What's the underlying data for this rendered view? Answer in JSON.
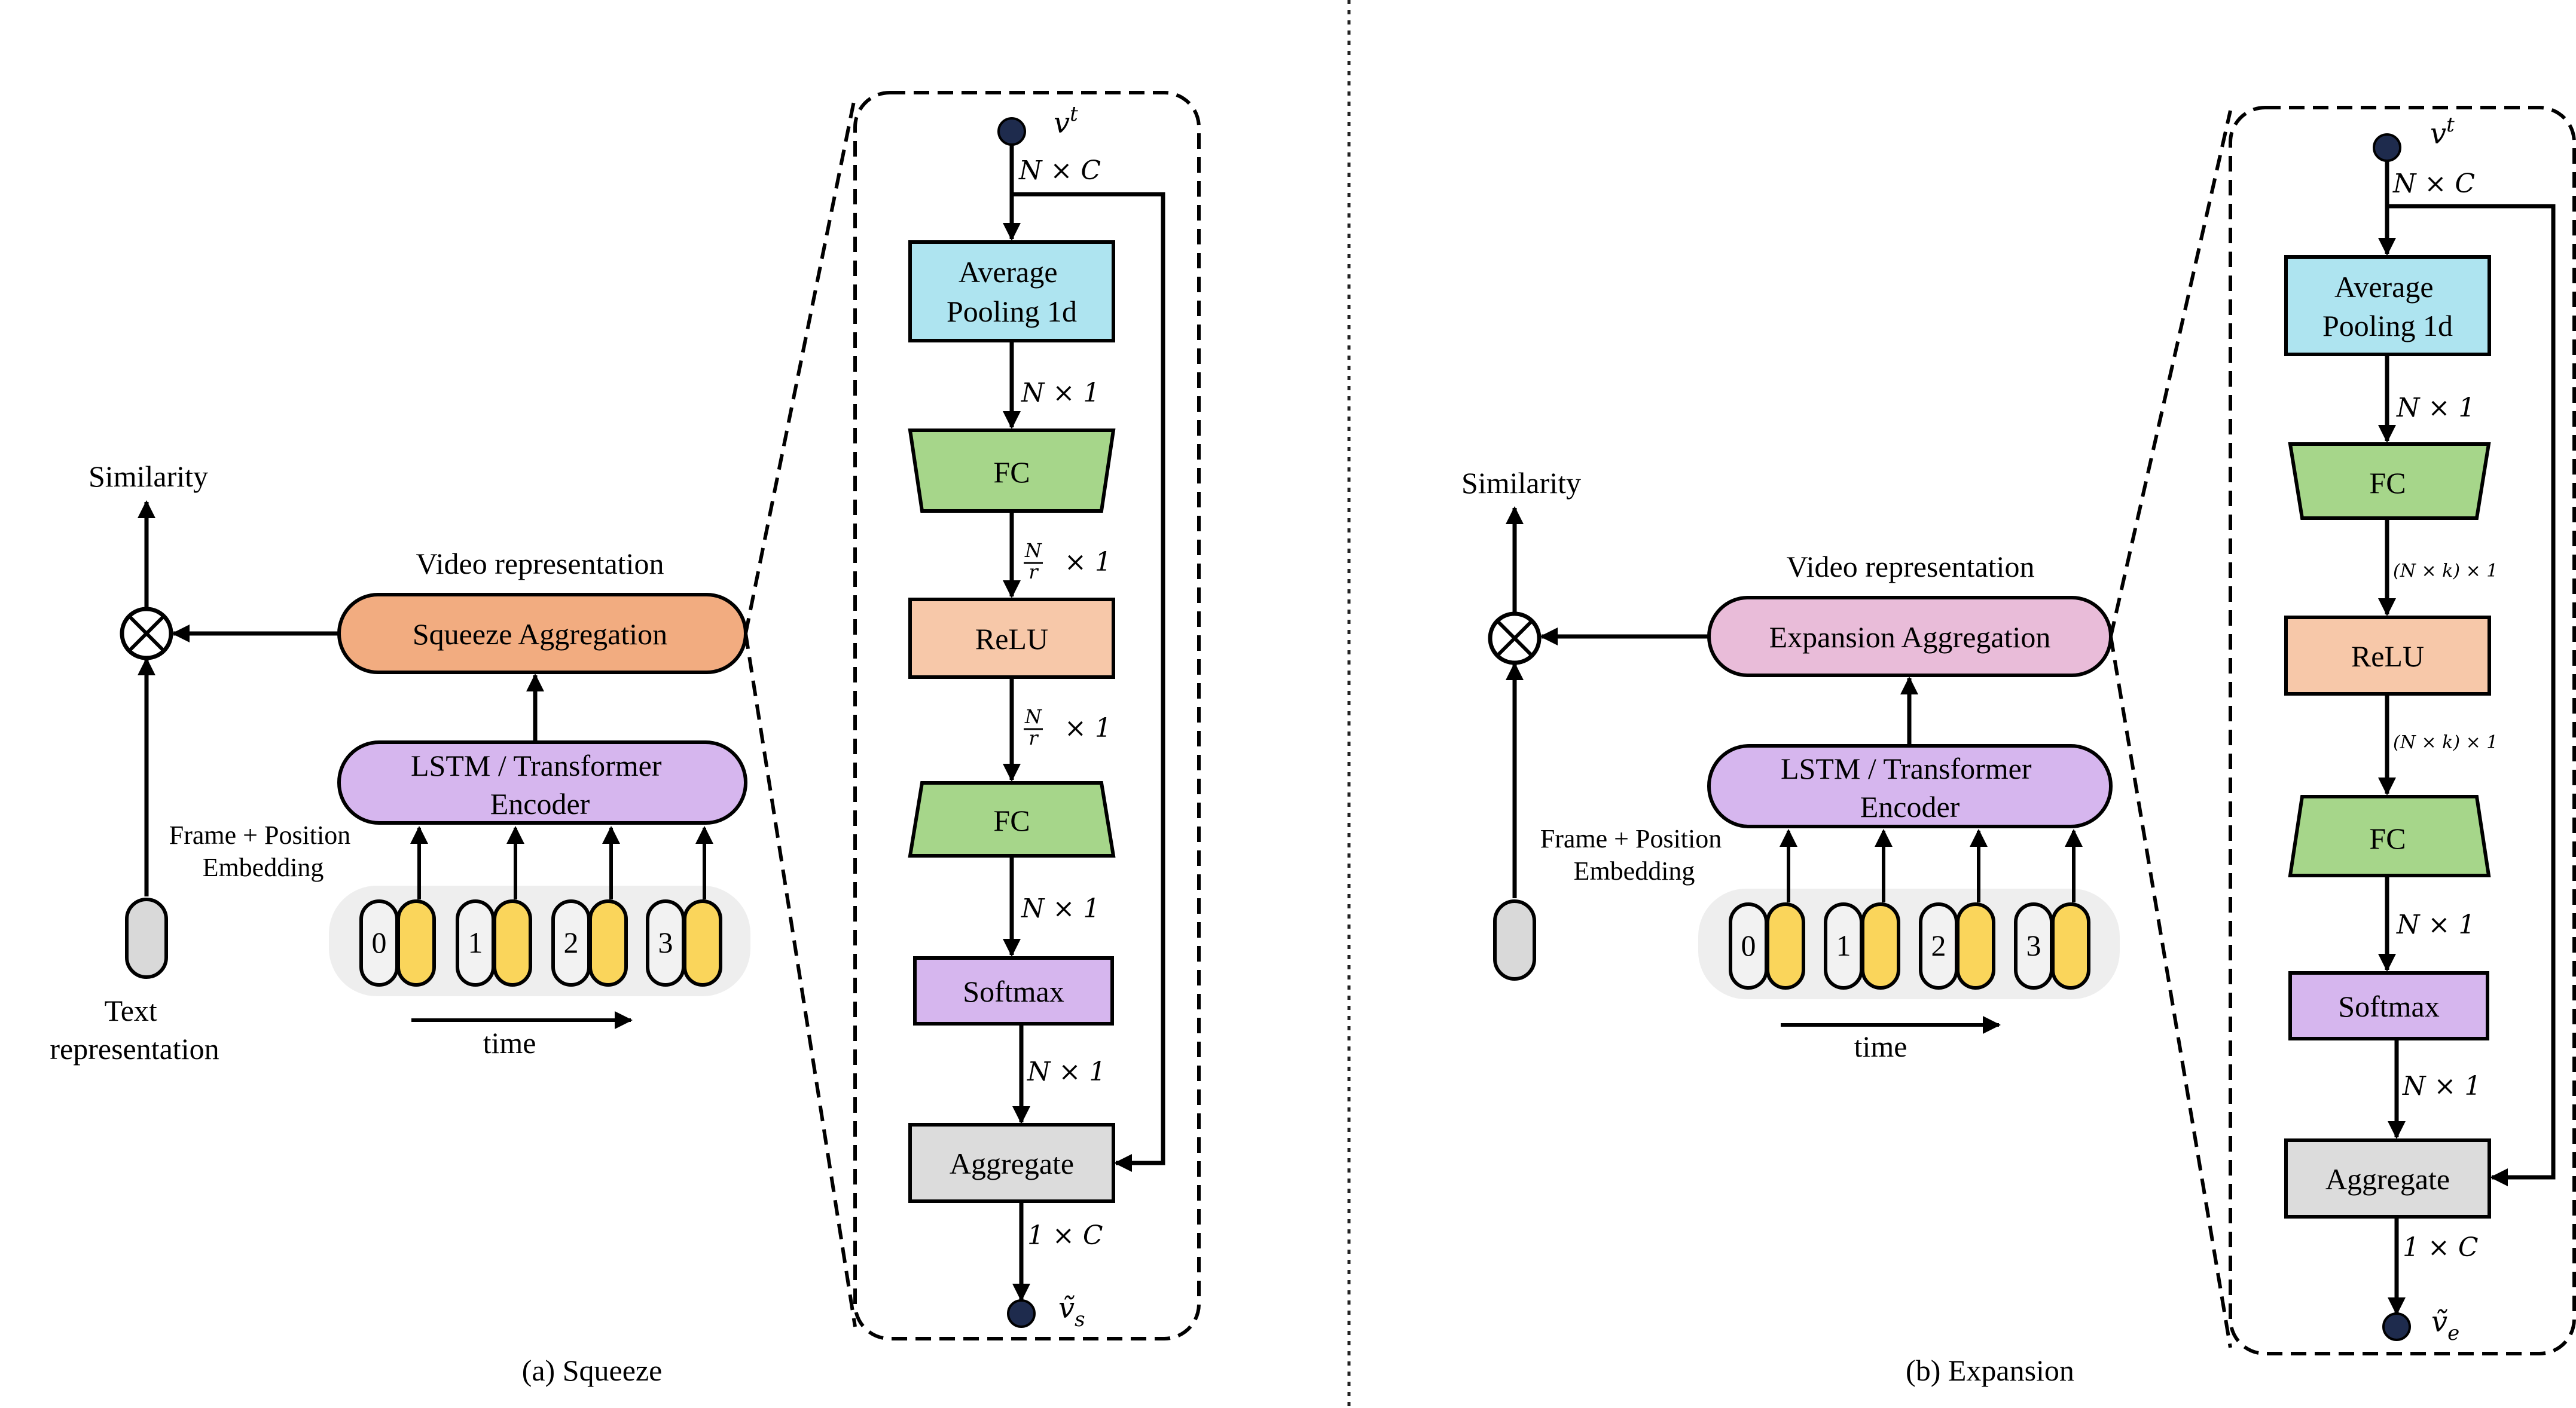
{
  "colors": {
    "pooling": "#aee4f0",
    "fc": "#a6d68a",
    "relu": "#f7c8a9",
    "softmax": "#d6b6ee",
    "aggregate": "#dcdcdc",
    "squeeze_pill": "#f2ac80",
    "expansion_pill": "#e9bcd9",
    "encoder_pill": "#d6b6ee",
    "token_yellow": "#fad55b",
    "token_white": "#f2f2f2",
    "token_tray": "#eeeeee",
    "text_token": "#d9d9d9",
    "node_dot": "#1e2b4d"
  },
  "panel_a": {
    "similarity": "Similarity",
    "video_repr": "Video representation",
    "aggregation": "Squeeze Aggregation",
    "encoder_line1": "LSTM / Transformer",
    "encoder_line2": "Encoder",
    "frame_emb_line1": "Frame + Position",
    "frame_emb_line2": "Embedding",
    "text_repr_line1": "Text",
    "text_repr_line2": "representation",
    "time": "time",
    "tokens": [
      "0",
      "1",
      "2",
      "3"
    ],
    "caption": "(a) Squeeze",
    "detail": {
      "input": "v",
      "input_sup": "t",
      "dim_in": "N × C",
      "pool_line1": "Average",
      "pool_line2": "Pooling 1d",
      "dim_pool": "N × 1",
      "fc1": "FC",
      "dim_fc1_num": "N",
      "dim_fc1_den": "r",
      "dim_fc1_tail": "× 1",
      "relu": "ReLU",
      "dim_relu_num": "N",
      "dim_relu_den": "r",
      "dim_relu_tail": "× 1",
      "fc2": "FC",
      "dim_fc2": "N × 1",
      "softmax": "Softmax",
      "dim_softmax": "N × 1",
      "aggregate": "Aggregate",
      "dim_out": "1 × C",
      "output": "ṽ",
      "output_sub": "s"
    }
  },
  "panel_b": {
    "similarity": "Similarity",
    "video_repr": "Video representation",
    "aggregation": "Expansion Aggregation",
    "encoder_line1": "LSTM / Transformer",
    "encoder_line2": "Encoder",
    "frame_emb_line1": "Frame + Position",
    "frame_emb_line2": "Embedding",
    "time": "time",
    "tokens": [
      "0",
      "1",
      "2",
      "3"
    ],
    "caption": "(b) Expansion",
    "detail": {
      "input": "v",
      "input_sup": "t",
      "dim_in": "N × C",
      "pool_line1": "Average",
      "pool_line2": "Pooling 1d",
      "dim_pool": "N × 1",
      "fc1": "FC",
      "dim_fc1": "(N × k) × 1",
      "relu": "ReLU",
      "dim_relu": "(N × k) × 1",
      "fc2": "FC",
      "dim_fc2": "N × 1",
      "softmax": "Softmax",
      "dim_softmax": "N × 1",
      "aggregate": "Aggregate",
      "dim_out": "1 × C",
      "output": "ṽ",
      "output_sub": "e"
    }
  }
}
